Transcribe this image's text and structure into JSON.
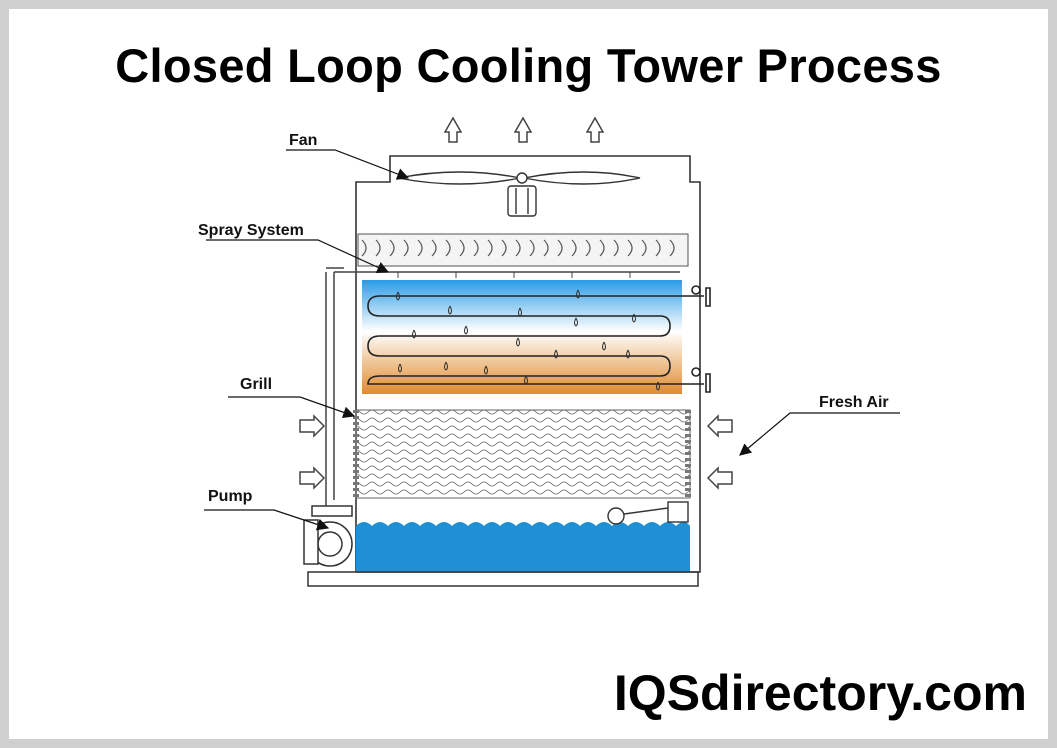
{
  "title": "Closed Loop Cooling Tower Process",
  "brand": "IQSdirectory.com",
  "labels": {
    "fan": "Fan",
    "spray_system": "Spray System",
    "grill": "Grill",
    "pump": "Pump",
    "fresh_air": "Fresh Air"
  },
  "colors": {
    "frame": "#cfcfcf",
    "coil_top": "#2a9be6",
    "coil_bottom": "#e08a2e",
    "basin_water": "#1f8fd6",
    "outline": "#333333"
  }
}
